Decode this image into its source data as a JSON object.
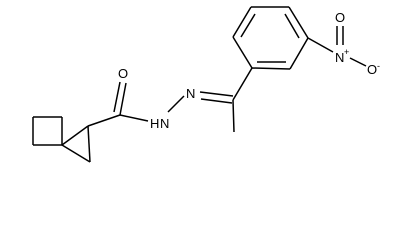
{
  "molecule": {
    "atoms": {
      "carbonyl_oxygen": "O",
      "amide_n": "N",
      "amide_h": "H",
      "hydrazone_n": "N",
      "nitro_n": "N",
      "nitro_n_charge": "+",
      "nitro_o_top": "O",
      "nitro_o_side": "O",
      "nitro_o_side_charge": "-"
    }
  }
}
